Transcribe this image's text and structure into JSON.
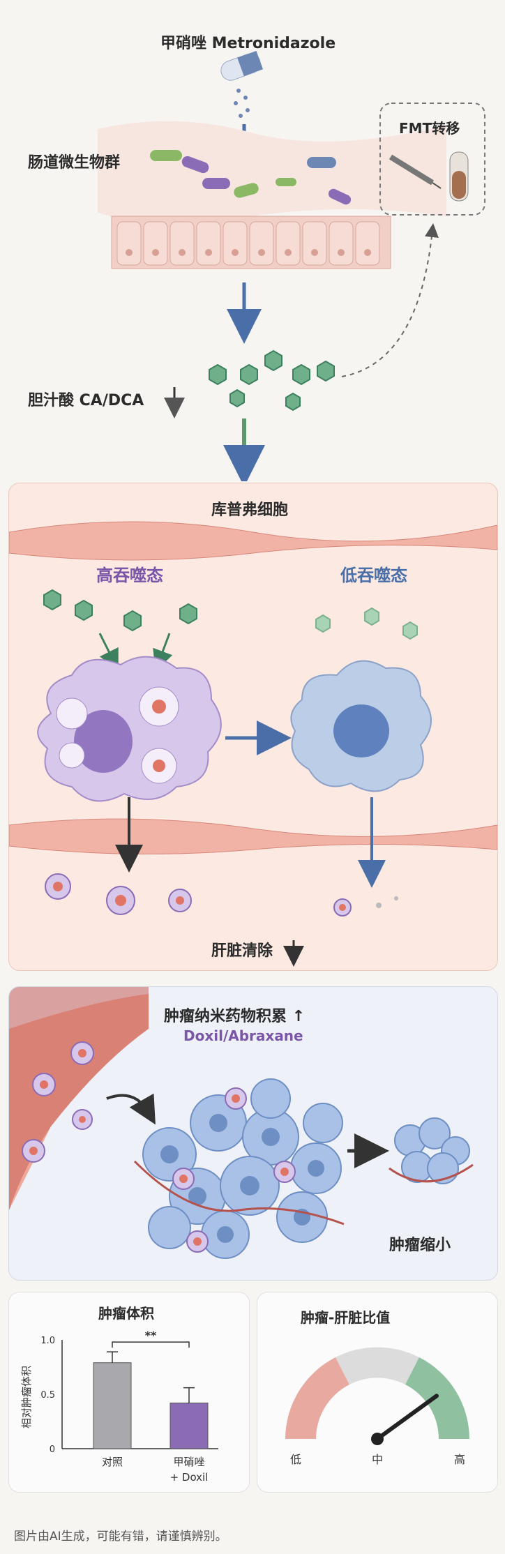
{
  "drug": {
    "name": "甲硝唑 Metronidazole"
  },
  "gut": {
    "label": "肠道微生物群"
  },
  "fmt": {
    "label": "FMT转移"
  },
  "bile": {
    "label": "胆汁酸 CA/DCA"
  },
  "kupffer": {
    "title": "库普弗细胞",
    "high_label": "高吞噬态",
    "low_label": "低吞噬态",
    "clearance_label": "肝脏清除",
    "high_color": "#7a55a8",
    "low_color": "#4a6fa8"
  },
  "tumor": {
    "accum_label": "肿瘤纳米药物积累",
    "drug_label": "Doxil/Abraxane",
    "shrink_label": "肿瘤缩小"
  },
  "volume_chart": {
    "title": "肿瘤体积",
    "chart_data": {
      "type": "bar",
      "title": "肿瘤体积",
      "ylabel": "相对肿瘤体积",
      "categories": [
        "对照",
        "甲硝唑\n+ Doxil"
      ],
      "values": [
        0.79,
        0.42
      ],
      "errors": [
        0.1,
        0.14
      ],
      "ylim": [
        0,
        1.0
      ],
      "yticks": [
        "0",
        "0.5",
        "1.0"
      ],
      "colors": [
        "#a9a9ad",
        "#8b6bb3"
      ],
      "significance": "**",
      "cat1": "对照",
      "cat2a": "甲硝唑",
      "cat2b": "+ Doxil"
    }
  },
  "ratio_gauge": {
    "title": "肿瘤-肝脏比值",
    "low": "低",
    "mid": "中",
    "high": "高",
    "level": 0.8
  },
  "footer": {
    "disclaimer": "图片由AI生成，可能有错，请谨慎辨别。"
  }
}
